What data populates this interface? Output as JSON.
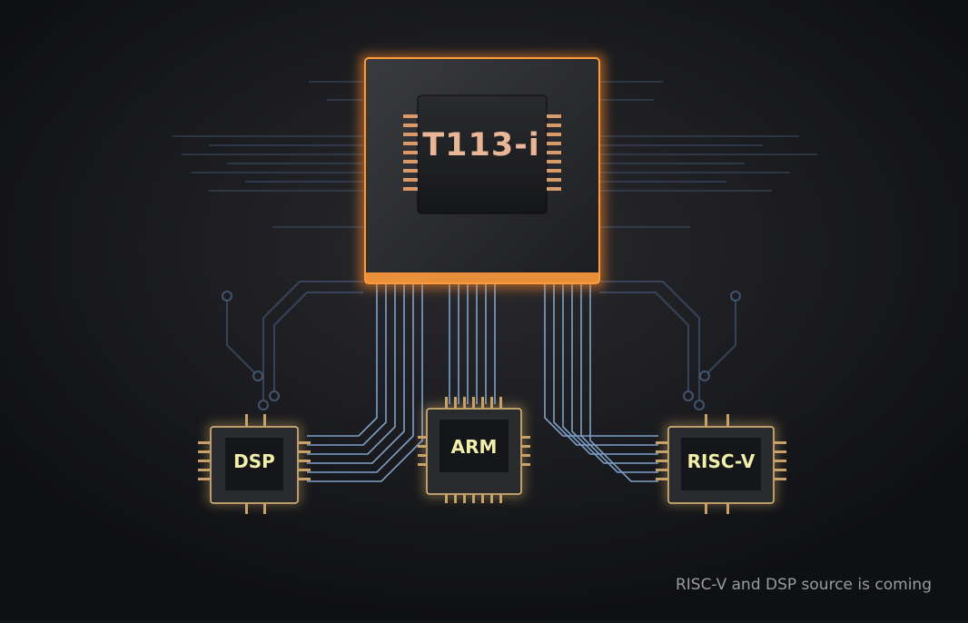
{
  "diagram": {
    "main_chip": {
      "label": "T113-i",
      "accent": "#ff8a2a"
    },
    "sub_chips": [
      {
        "label": "DSP",
        "accent": "#e7c07a"
      },
      {
        "label": "ARM",
        "accent": "#e7c07a"
      },
      {
        "label": "RISC-V",
        "accent": "#e7c07a"
      }
    ],
    "trace_color": "#8fb8e6",
    "caption": "RISC-V and DSP source is coming"
  }
}
